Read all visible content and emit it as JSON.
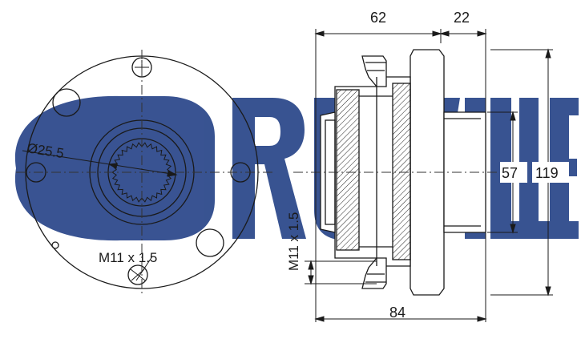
{
  "watermark": {
    "text": "RUVILLE",
    "color": "#2e4a8c"
  },
  "front_view": {
    "bore_diameter_label": "Ø25.5",
    "thread_label": "M11 x 1.5"
  },
  "side_view": {
    "dim_top_left": "62",
    "dim_top_right": "22",
    "dim_bottom": "84",
    "dim_right_inner": "57",
    "dim_right_outer": "119",
    "thread_label_vertical": "M11 x 1.5"
  },
  "colors": {
    "line": "#1a1a1a",
    "centerline": "#333333"
  }
}
